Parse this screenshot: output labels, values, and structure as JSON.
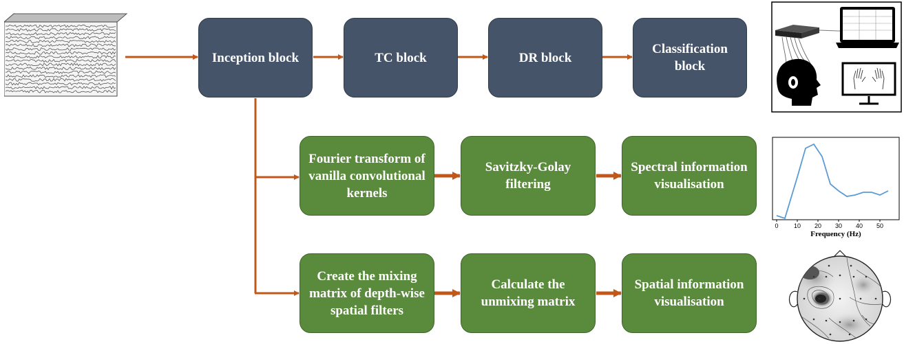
{
  "pipeline": {
    "inception": "Inception block",
    "tc": "TC block",
    "dr": "DR block",
    "classification": "Classification block"
  },
  "spectral_branch": {
    "step1": "Fourier transform of vanilla convolutional kernels",
    "step2": "Savitzky-Golay filtering",
    "step3": "Spectral information visualisation"
  },
  "spatial_branch": {
    "step1": "Create the mixing matrix of depth-wise spatial filters",
    "step2": "Calculate the unmixing matrix",
    "step3": "Spatial information visualisation"
  },
  "spectrum_plot": {
    "xlabel": "Frequency (Hz)",
    "xticks": [
      "0",
      "10",
      "20",
      "30",
      "40",
      "50"
    ]
  },
  "colors": {
    "pipeline_box": "#465469",
    "branch_box": "#5a8a3c",
    "arrow": "#c2571a",
    "spectrum_line": "#5b9bd5"
  }
}
